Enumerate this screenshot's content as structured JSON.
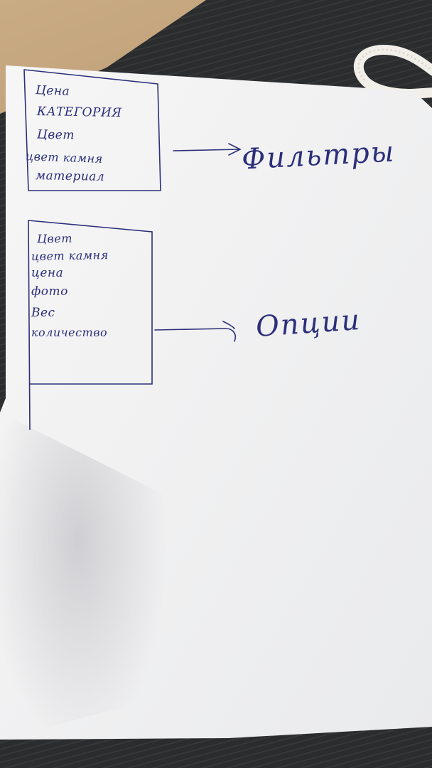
{
  "photo": {
    "subject": "handwritten-sketch-on-paper",
    "colors": {
      "ink": "#2c2f7a",
      "paper": "#f3f3f4",
      "desk": "#2a2c2e",
      "wood": "#b8976d"
    }
  },
  "sketch": {
    "box_filters": {
      "items": [
        "Цена",
        "КАТЕГОРИЯ",
        "Цвет",
        "цвет камня",
        "материал"
      ],
      "label": "Фильтры"
    },
    "box_options": {
      "items": [
        "Цвет",
        "цвет камня",
        "цена",
        "фото",
        "Вес",
        "количество"
      ],
      "label": "Опции"
    }
  }
}
